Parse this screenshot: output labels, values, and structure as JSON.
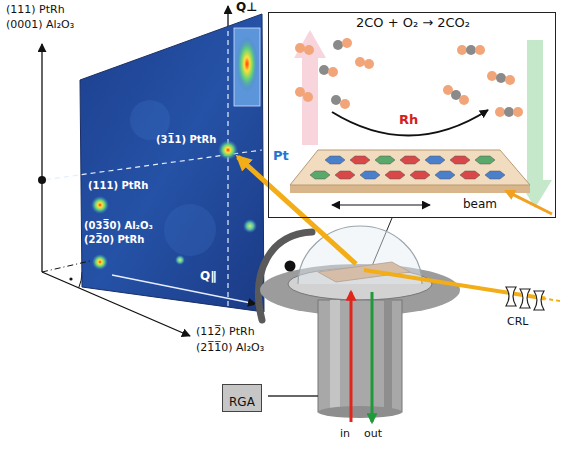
{
  "diagram": {
    "nodes": [
      {
        "text": [
          "2CO + O₂ → 2CO₂",
          "Rh",
          "Pt",
          "beam"
        ]
      },
      {
        "text": [
          "RGA"
        ]
      }
    ],
    "labels": [
      "(111) PtRh",
      "(0001) Al₂O₃",
      "Q⊥",
      "(31̅1) PtRh",
      "(111) PtRh",
      "(033̅0) Al₂O₃",
      "(22̅0) PtRh",
      "Q∥",
      "(112̅) PtRh",
      "(21̅1̅0) Al₂O₃",
      "CRL",
      "in",
      "out"
    ]
  }
}
